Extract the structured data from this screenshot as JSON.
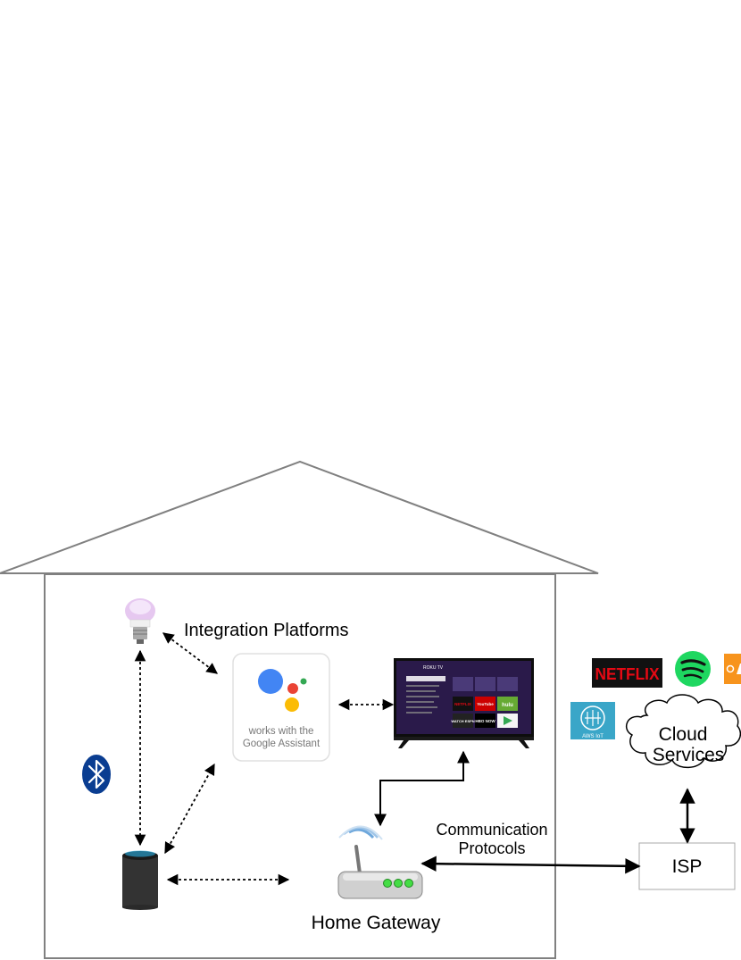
{
  "labels": {
    "integration_platforms": "Integration Platforms",
    "cloud_line1": "Cloud",
    "cloud_line2": "Services",
    "comm_line1": "Communication",
    "comm_line2": "Protocols",
    "isp": "ISP",
    "home_gateway": "Home Gateway"
  },
  "google_badge": {
    "line1": "works with the",
    "line2": "Google Assistant"
  },
  "tv_screen": {
    "brand": "ROKU TV",
    "tiles": [
      "NETFLIX",
      "YouTube",
      "hulu",
      "WATCH ESPN",
      "HBO NOW",
      ""
    ]
  },
  "logos": {
    "netflix": "NETFLIX",
    "aws_iot": "AWS IoT"
  },
  "colors": {
    "outline": "#808080",
    "netflix_red": "#e50914",
    "spotify_green": "#1ed760",
    "bluetooth_blue": "#0a3d91",
    "aws_teal": "#3aa6c8",
    "router_led": "#44dd44"
  }
}
